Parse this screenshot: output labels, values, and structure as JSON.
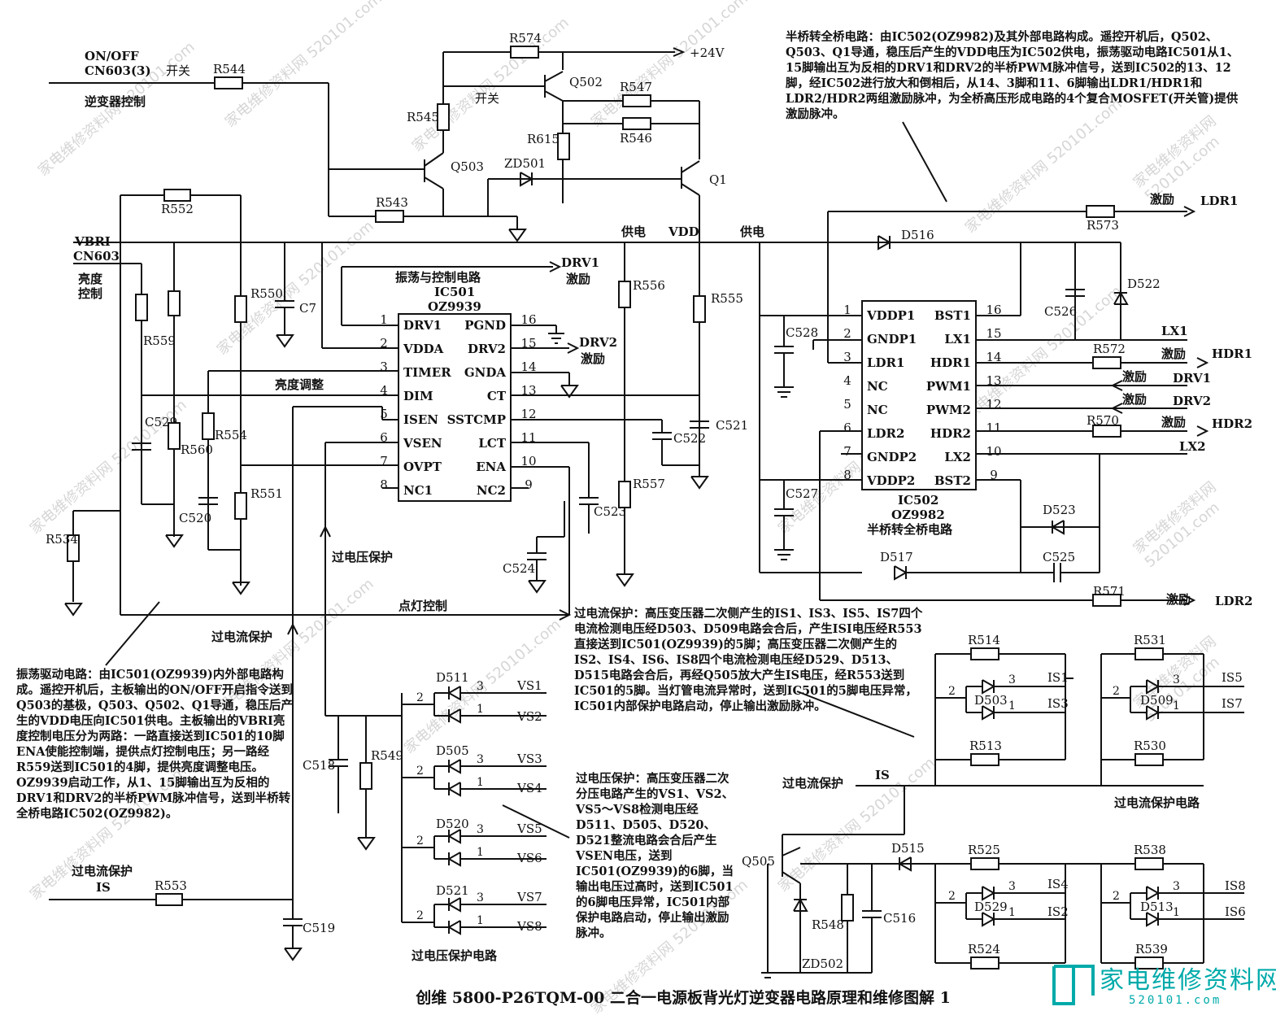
{
  "title": "创维 5800-P26TQM-00 二合一电源板背光灯逆变器电路原理和维修图解 1",
  "logo": {
    "text": "家电维修资料网",
    "url": "520101.com"
  },
  "watermark": "家电维修资料网 520101.com",
  "notes": {
    "half_bridge": "半桥转全桥电路：由IC502(OZ9982)及其外部电路构成。遥控开机后，Q502、Q503、Q1导通，稳压后产生的VDD电压为IC502供电，振荡驱动电路IC501从1、15脚输出互为反相的DRV1和DRV2的半桥PWM脉冲信号，送到IC502的13、12脚，经IC502进行放大和倒相后，从14、3脚和11、6脚输出LDR1/HDR1和LDR2/HDR2两组激励脉冲，为全桥高压形成电路的4个复合MOSFET(开关管)提供激励脉冲。",
    "osc_drive": "振荡驱动电路：由IC501(OZ9939)内外部电路构成。遥控开机后，主板输出的ON/OFF开启指令送到Q503的基极，Q503、Q502、Q1导通，稳压后产生的VDD电压向IC501供电。主板输出的VBRI亮度控制电压分为两路：一路直接送到IC501的10脚ENA使能控制端，提供点灯控制电压；另一路经R559送到IC501的4脚，提供亮度调整电压。OZ9939启动工作，从1、15脚输出互为反相的DRV1和DRV2的半桥PWM脉冲信号，送到半桥转全桥电路IC502(OZ9982)。",
    "overcurrent": "过电流保护：高压变压器二次侧产生的IS1、IS3、IS5、IS7四个电流检测电压经D503、D509电路会合后，产生ISI电压经R553直接送到IC501(OZ9939)的5脚；高压变压器二次侧产生的IS2、IS4、IS6、IS8四个电流检测电压经D529、D513、D515电路会合后，再经Q505放大产生IS电压，经R553送到IC501的5脚。当灯管电流异常时，送到IC501的5脚电压异常，IC501内部保护电路启动，停止输出激励脉冲。",
    "overvoltage": "过电压保护：高压变压器二次分压电路产生的VS1、VS2、VS5～VS8检测电压经D511、D505、D520、D521整流电路会合后产生VSEN电压，送到IC501(OZ9939)的6脚，当输出电压过高时，送到IC501的6脚电压异常，IC501内部保护电路启动，停止输出激励脉冲。"
  },
  "ic501": {
    "name": "IC501",
    "part": "OZ9939",
    "block": "振荡与控制电路",
    "pins_left": [
      {
        "num": "1",
        "name": "DRV1"
      },
      {
        "num": "2",
        "name": "VDDA"
      },
      {
        "num": "3",
        "name": "TIMER"
      },
      {
        "num": "4",
        "name": "DIM"
      },
      {
        "num": "5",
        "name": "ISEN"
      },
      {
        "num": "6",
        "name": "VSEN"
      },
      {
        "num": "7",
        "name": "OVPT"
      },
      {
        "num": "8",
        "name": "NC1"
      }
    ],
    "pins_right": [
      {
        "num": "16",
        "name": "PGND"
      },
      {
        "num": "15",
        "name": "DRV2"
      },
      {
        "num": "14",
        "name": "GNDA"
      },
      {
        "num": "13",
        "name": "CT"
      },
      {
        "num": "12",
        "name": "SSTCMP"
      },
      {
        "num": "11",
        "name": "LCT"
      },
      {
        "num": "10",
        "name": "ENA"
      },
      {
        "num": "9",
        "name": "NC2"
      }
    ]
  },
  "ic502": {
    "name": "IC502",
    "part": "OZ9982",
    "block": "半桥转全桥电路",
    "pins_left": [
      {
        "num": "1",
        "name": "VDDP1"
      },
      {
        "num": "2",
        "name": "GNDP1"
      },
      {
        "num": "3",
        "name": "LDR1"
      },
      {
        "num": "4",
        "name": "NC"
      },
      {
        "num": "5",
        "name": "NC"
      },
      {
        "num": "6",
        "name": "LDR2"
      },
      {
        "num": "7",
        "name": "GNDP2"
      },
      {
        "num": "8",
        "name": "VDDP2"
      }
    ],
    "pins_right": [
      {
        "num": "16",
        "name": "BST1"
      },
      {
        "num": "15",
        "name": "LX1"
      },
      {
        "num": "14",
        "name": "HDR1"
      },
      {
        "num": "13",
        "name": "PWM1"
      },
      {
        "num": "12",
        "name": "PWM2"
      },
      {
        "num": "11",
        "name": "HDR2"
      },
      {
        "num": "10",
        "name": "LX2"
      },
      {
        "num": "9",
        "name": "BST2"
      }
    ]
  },
  "labels": {
    "onoff": "ON/OFF",
    "cn603_3": "CN603(3)",
    "inverter_ctrl": "逆变器控制",
    "switch": "开关",
    "plus24v": "+24V",
    "vbri": "VBRI",
    "cn603": "CN603",
    "brightness_ctrl_1": "亮度",
    "brightness_ctrl_2": "控制",
    "supply": "供电",
    "vdd": "VDD",
    "brightness_adj": "亮度调整",
    "lamp_ctrl": "点灯控制",
    "ovp": "过电压保护",
    "ocp": "过电流保护",
    "ovp_circuit": "过电压保护电路",
    "ocp_circuit": "过电流保护电路",
    "excite": "激励",
    "drv1": "DRV1",
    "drv2": "DRV2",
    "ldr1": "LDR1",
    "ldr2": "LDR2",
    "hdr1": "HDR1",
    "hdr2": "HDR2",
    "lx1": "LX1",
    "lx2": "LX2",
    "is": "IS",
    "nc": "NC",
    "is1": "IS1",
    "is3": "IS3",
    "is5": "IS5",
    "is7": "IS7",
    "is4": "IS4",
    "is2": "IS2",
    "is8": "IS8",
    "is6": "IS6",
    "vs1": "VS1",
    "vs2": "VS2",
    "vs3": "VS3",
    "vs4": "VS4",
    "vs5": "VS5",
    "vs6": "VS6",
    "vs7": "VS7",
    "vs8": "VS8"
  },
  "components": {
    "r574": "R574",
    "r544": "R544",
    "r545": "R545",
    "r547": "R547",
    "r546": "R546",
    "r615": "R615",
    "r543": "R543",
    "r552": "R552",
    "r559": "R559",
    "r550": "R550",
    "r560": "R560",
    "r554": "R554",
    "r551": "R551",
    "r534": "R534",
    "r556": "R556",
    "r555": "R555",
    "r557": "R557",
    "r549": "R549",
    "r553": "R553",
    "r573": "R573",
    "r572": "R572",
    "r570": "R570",
    "r571": "R571",
    "r514": "R514",
    "r513": "R513",
    "r531": "R531",
    "r530": "R530",
    "r525": "R525",
    "r524": "R524",
    "r538": "R538",
    "r539": "R539",
    "r548": "R548",
    "c7": "C7",
    "c529": "C529",
    "c520": "C520",
    "c522": "C522",
    "c521": "C521",
    "c523": "C523",
    "c524": "C524",
    "c518": "C518",
    "c519": "C519",
    "c528": "C528",
    "c527": "C527",
    "c526": "C526",
    "c525": "C525",
    "c516": "C516",
    "q502": "Q502",
    "q503": "Q503",
    "q1": "Q1",
    "q505": "Q505",
    "zd501": "ZD501",
    "zd502": "ZD502",
    "d516": "D516",
    "d522": "D522",
    "d523": "D523",
    "d517": "D517",
    "d511": "D511",
    "d505": "D505",
    "d520": "D520",
    "d521": "D521",
    "d503": "D503",
    "d509": "D509",
    "d529": "D529",
    "d513": "D513",
    "d515": "D515"
  }
}
